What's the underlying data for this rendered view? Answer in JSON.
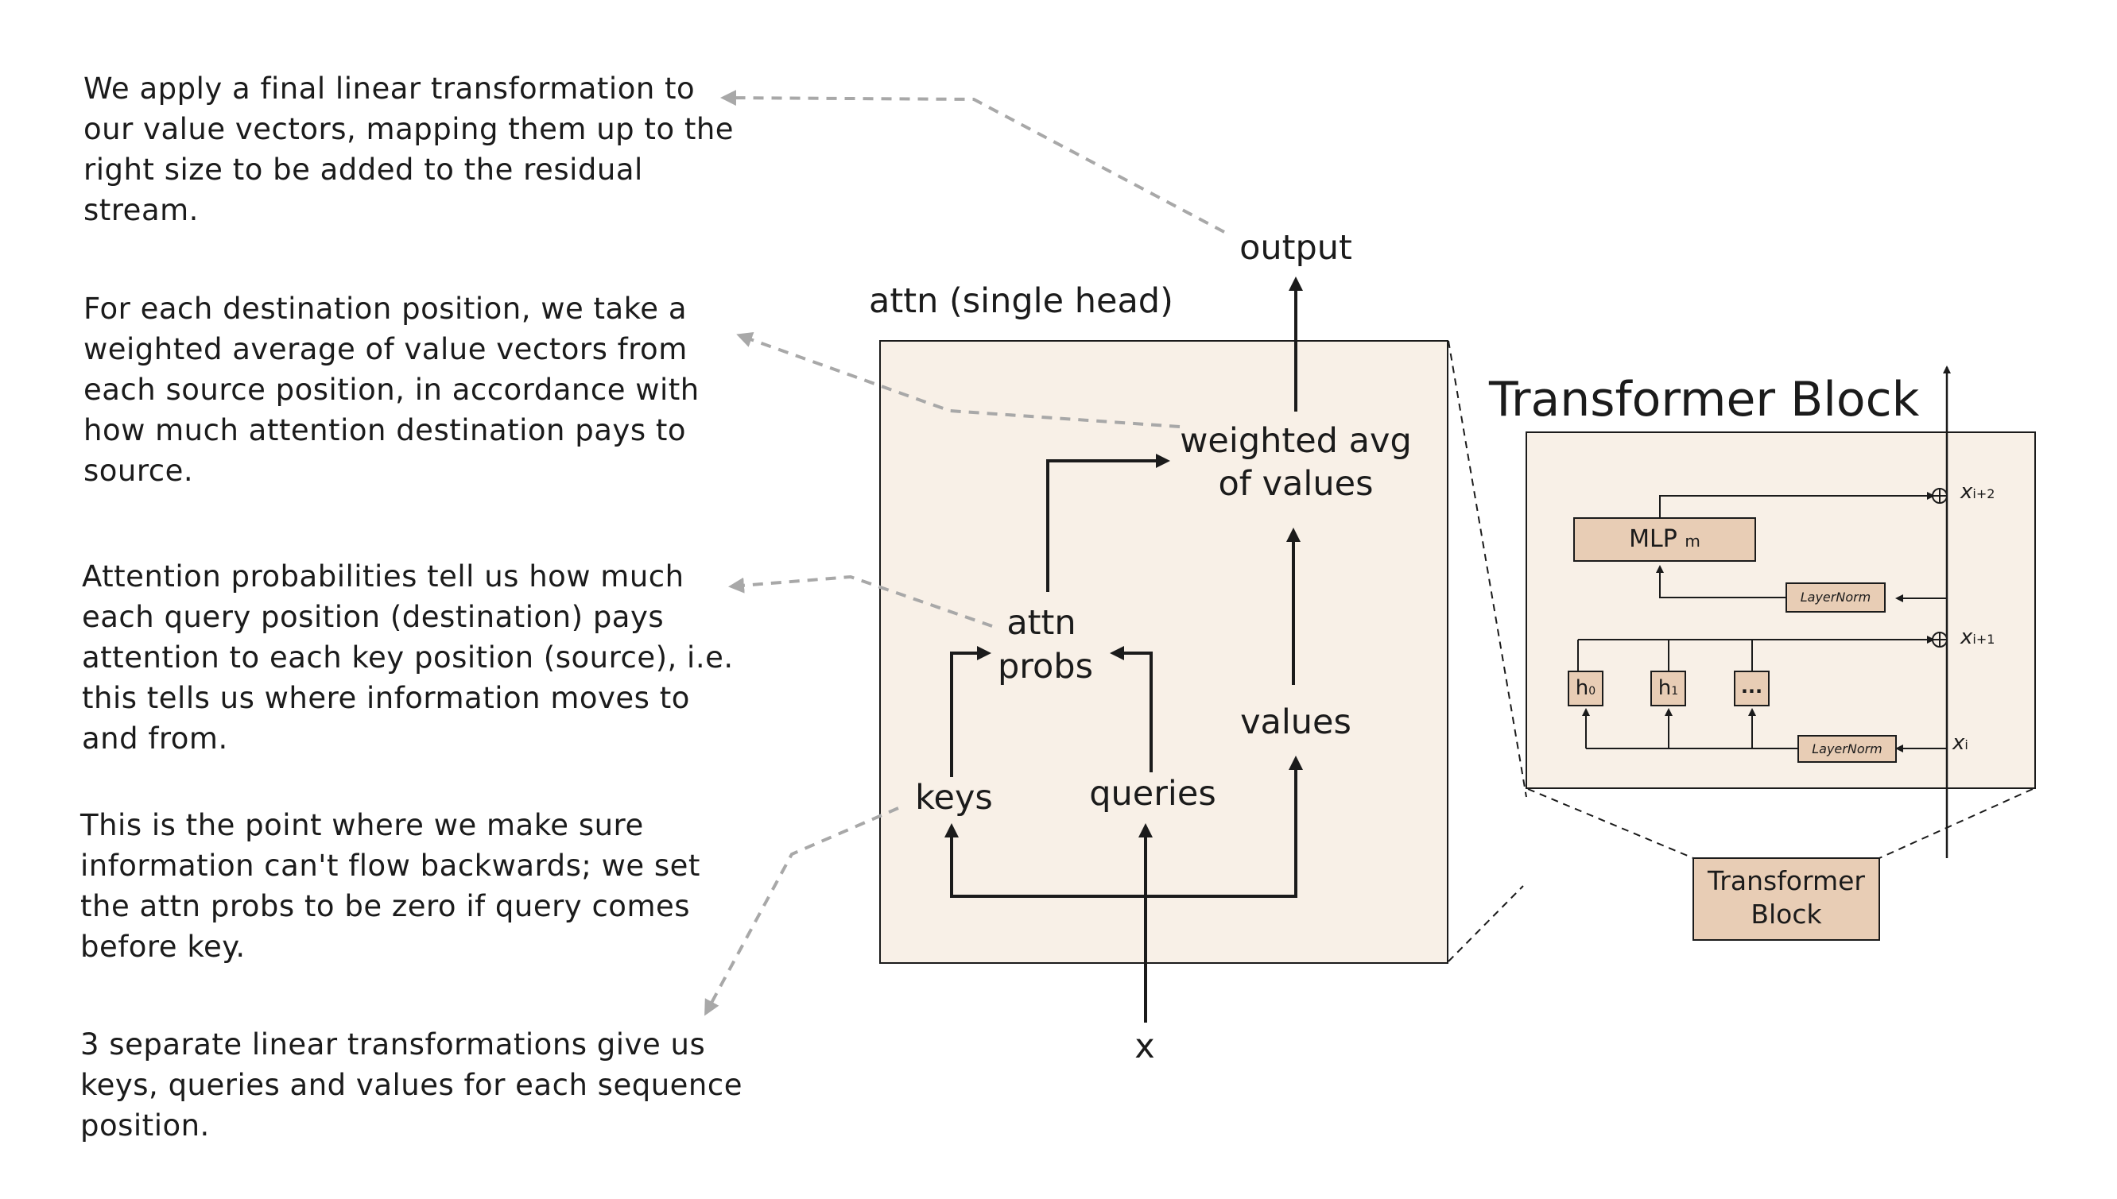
{
  "annotations": [
    "We apply a final linear transformation to our value vectors, mapping them up to the right size to be added to the residual stream.",
    "For each destination position, we take a weighted average of value vectors from each source position, in accordance with how much attention destination pays to source.",
    "Attention probabilities tell us how much each query position (destination) pays attention to each key position (source), i.e. this tells us where information moves to and from.",
    "This is the point where we make sure information can't flow backwards; we set the attn probs to be zero if query comes before key.",
    "3 separate linear transformations give us keys, queries and values for each sequence position."
  ],
  "attn": {
    "title": "attn (single head)",
    "output": "output",
    "weighted_avg_line1": "weighted avg",
    "weighted_avg_line2": "of values",
    "probs_line1": "attn",
    "probs_line2": "probs",
    "values": "values",
    "keys": "keys",
    "queries": "queries",
    "input": "x"
  },
  "block": {
    "title": "Transformer Block",
    "mlp": "MLP",
    "mlp_sub": "m",
    "layernorm_top": "LayerNorm",
    "layernorm_bottom": "LayerNorm",
    "head0": "h",
    "head0_sub": "0",
    "head1": "h",
    "head1_sub": "1",
    "head_more": "...",
    "x_out2": "x",
    "x_out2_sub": "i+2",
    "x_out1": "x",
    "x_out1_sub": "i+1",
    "x_in": "x",
    "x_in_sub": "i",
    "mini_line1": "Transformer",
    "mini_line2": "Block"
  },
  "colors": {
    "panel_fill": "#f8f0e7",
    "box_fill": "#e8cdb5",
    "stroke": "#1b1b1b",
    "dashed": "#a8a8a8"
  }
}
